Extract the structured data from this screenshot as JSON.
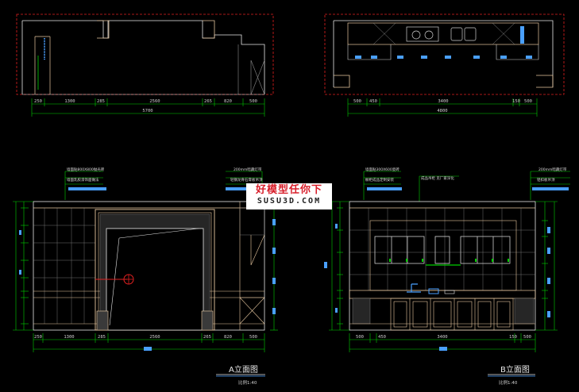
{
  "plan_a": {
    "dims_top": [
      "250",
      "1300",
      "285",
      "2560",
      "265",
      "820",
      "500"
    ],
    "dim_total": "5700"
  },
  "plan_b": {
    "dims_top": [
      "500",
      "450",
      "3400",
      "150",
      "500"
    ],
    "dim_total": "4800"
  },
  "elev_a": {
    "title": "A立面图",
    "scale": "比例1:40",
    "dims_bottom": [
      "250",
      "1300",
      "285",
      "2560",
      "265",
      "820",
      "500"
    ],
    "notes_left": [
      "墙面贴800X800抛光砖",
      "墙面乳胶漆饰面做法"
    ],
    "notes_right": [
      "200mm暗藏灯带",
      "轻钢龙骨石膏板吊顶"
    ]
  },
  "elev_b": {
    "title": "B立面图",
    "scale": "比例1:40",
    "dims_bottom": [
      "500",
      "450",
      "3400",
      "150",
      "500"
    ],
    "notes_left": [
      "墙面贴300X600瓷砖",
      "橱柜成品定制安装"
    ],
    "note_mid": "成品吊柜 见厂家深化",
    "notes_right": [
      "200mm暗藏灯带",
      "铝扣板吊顶"
    ]
  },
  "watermark": {
    "cn": "好模型任你下",
    "en": "SUSU3D.COM"
  },
  "colors": {
    "background": "#000000",
    "red_dash": "#e02020",
    "green": "#00d000",
    "tan": "#e8c8a0",
    "blue": "#4aa0ff",
    "white": "#e8e8e8",
    "gray": "#8a8a8a"
  }
}
